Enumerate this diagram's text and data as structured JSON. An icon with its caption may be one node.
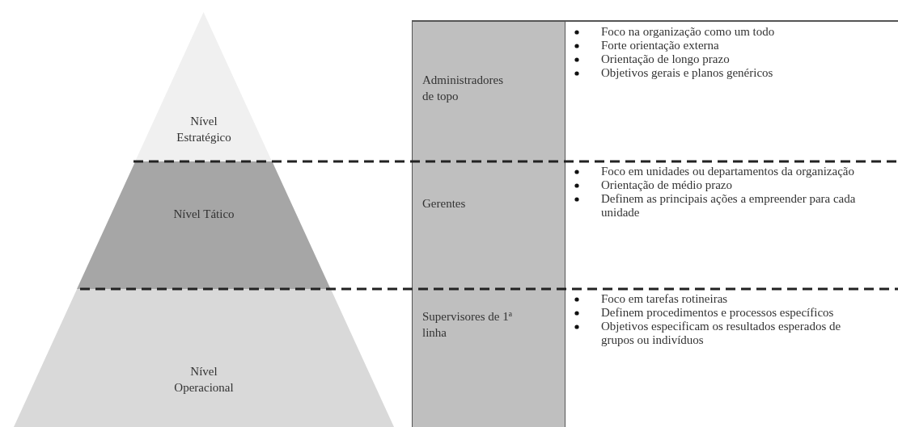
{
  "diagram": {
    "nodes": [
      {
        "text": [
          "Nível Estratégico"
        ]
      },
      {
        "text": [
          "Administradores de topo"
        ]
      },
      {
        "text": [
          "Foco na organização como um todo",
          "Forte orientação externa",
          "Orientação de longo prazo",
          "Objetivos gerais e planos genéricos"
        ]
      },
      {
        "text": [
          "Nível Tático"
        ]
      },
      {
        "text": [
          "Gerentes"
        ]
      },
      {
        "text": [
          "Foco em unidades ou departamentos da organização",
          "Orientação de médio prazo",
          "Definem as principais ações a empreender para cada unidade"
        ]
      },
      {
        "text": [
          "Nível Operacional"
        ]
      },
      {
        "text": [
          "Supervisores de 1ª linha"
        ]
      },
      {
        "text": [
          "Foco em tarefas rotineiras",
          "Definem procedimentos e processos específicos",
          "Objetivos especificam os resultados esperados de grupos ou indivíduos"
        ]
      }
    ]
  }
}
